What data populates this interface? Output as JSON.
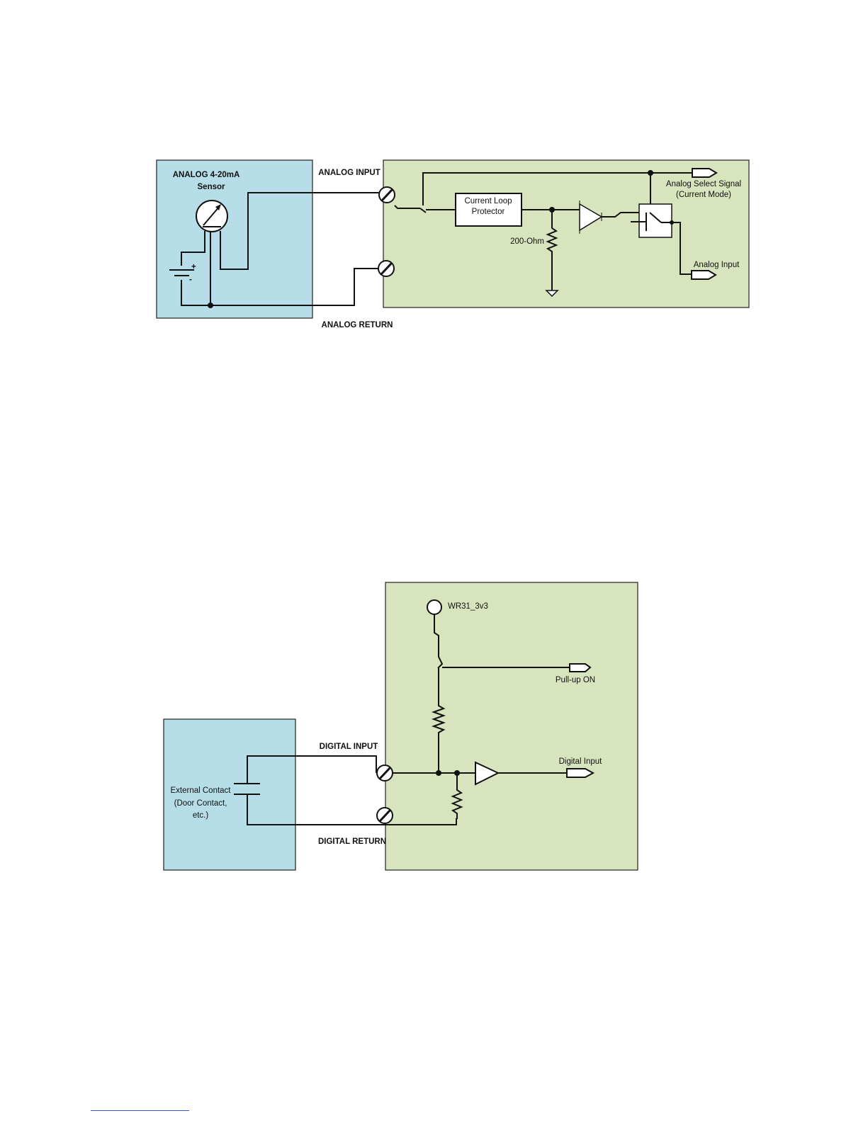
{
  "analog": {
    "sensor_title": "ANALOG 4-20mA",
    "sensor_subtitle": "Sensor",
    "input_terminal": "ANALOG INPUT",
    "return_terminal": "ANALOG RETURN",
    "protector_line1": "Current Loop",
    "protector_line2": "Protector",
    "resistor": "200-Ohm",
    "select_signal_line1": "Analog Select Signal",
    "select_signal_line2": "(Current Mode)",
    "output": "Analog Input",
    "battery_plus": "+",
    "battery_minus": "-"
  },
  "digital": {
    "contact_line1": "External Contact",
    "contact_line2": "(Door Contact,",
    "contact_line3": "etc.)",
    "input_terminal": "DIGITAL INPUT",
    "return_terminal": "DIGITAL RETURN",
    "supply": "WR31_3v3",
    "pullup": "Pull-up ON",
    "output": "Digital Input"
  },
  "colors": {
    "external_box": "#b7dde8",
    "device_box": "#d7e4bd"
  }
}
